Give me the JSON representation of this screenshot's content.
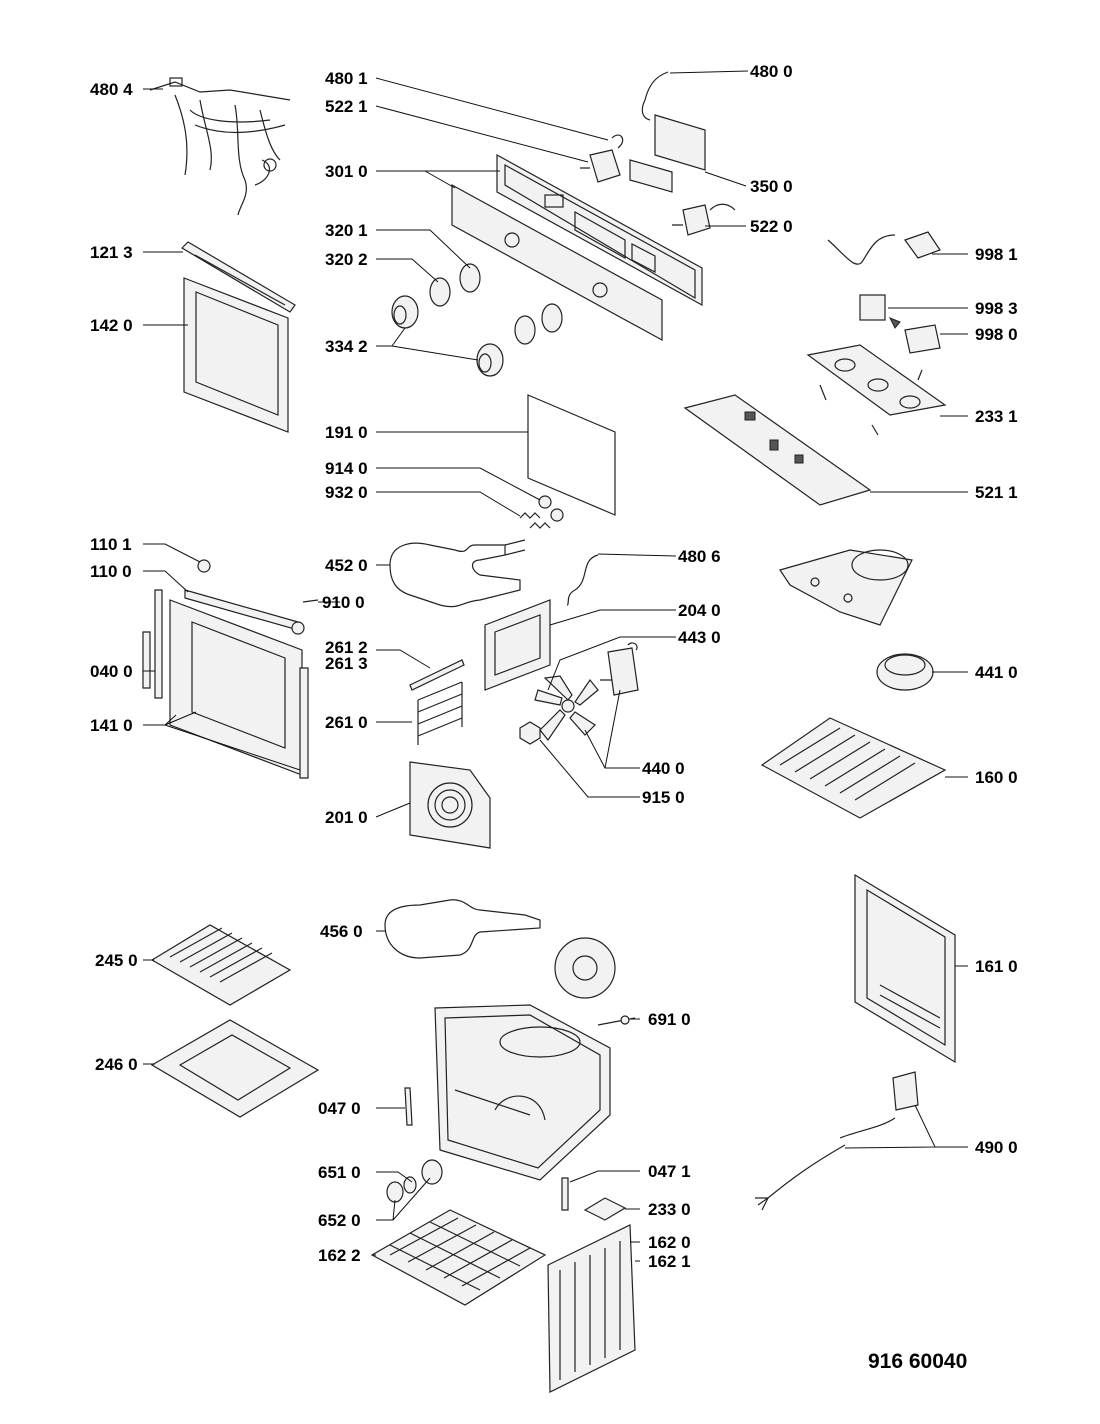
{
  "document_number": "916 60040",
  "callouts": {
    "c4804": "480 4",
    "c4801": "480 1",
    "c5221": "522 1",
    "c4800": "480 0",
    "c3010": "301 0",
    "c3500": "350 0",
    "c5220": "522 0",
    "c3201": "320 1",
    "c3202": "320 2",
    "c1213": "121 3",
    "c9981": "998 1",
    "c9983": "998 3",
    "c9980": "998 0",
    "c1420": "142 0",
    "c3342": "334 2",
    "c2331": "233 1",
    "c1910": "191 0",
    "c9140": "914 0",
    "c9320": "932 0",
    "c5211": "521 1",
    "c1101": "110 1",
    "c1100": "110 0",
    "c4520": "452 0",
    "c4806": "480 6",
    "c9100": "910 0",
    "c2040": "204 0",
    "c2612": "261 2",
    "c2613": "261 3",
    "c4430": "443 0",
    "c0400": "040 0",
    "c4410": "441 0",
    "c1410": "141 0",
    "c2610": "261 0",
    "c4400": "440 0",
    "c1600": "160 0",
    "c9150": "915 0",
    "c2010": "201 0",
    "c4560": "456 0",
    "c2450": "245 0",
    "c1610": "161 0",
    "c6910": "691 0",
    "c2460": "246 0",
    "c0470": "047 0",
    "c4900": "490 0",
    "c6510": "651 0",
    "c0471": "047 1",
    "c2330": "233 0",
    "c6520": "652 0",
    "c1620": "162 0",
    "c1622": "162 2",
    "c1621": "162 1"
  }
}
